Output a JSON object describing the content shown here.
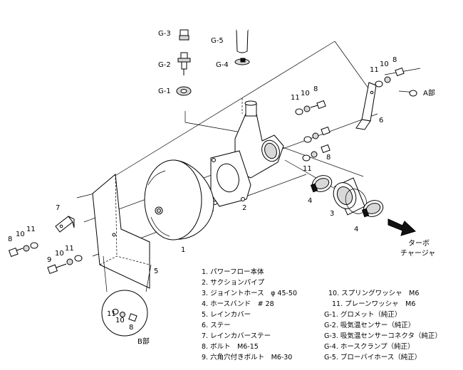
{
  "callouts": {
    "g3": "G-3",
    "g2": "G-2",
    "g1": "G-1",
    "g5": "G-5",
    "g4": "G-4",
    "n11a": "11",
    "n10a": "10",
    "n8a": "8",
    "n11b": "11",
    "n10b": "10",
    "n8b": "8",
    "n8c": "8",
    "n11c": "11",
    "p1": "1",
    "p2": "2",
    "p3": "3",
    "p4a": "4",
    "p4b": "4",
    "p5": "5",
    "p6": "6",
    "p7": "7",
    "n8d": "8",
    "n10d": "10",
    "n11d": "11",
    "n9": "9",
    "n10e": "10",
    "n11e": "11",
    "n11f": "11",
    "n10f": "10",
    "n8f": "8",
    "a_part": "A部",
    "b_part": "B部",
    "turbo_1": "ターボ",
    "turbo_2": "チャージャ"
  },
  "parts_list": {
    "left": [
      "1. パワーフロー本体",
      "2. サクションパイプ",
      "3. ジョイントホース　φ 45-50",
      "4. ホースバンド　# 28",
      "5. レインカバー",
      "6. ステー",
      "7. レインカバーステー",
      "8. ボルト　M6-15",
      "9. 六角穴付きボルト　M6-30"
    ],
    "right": [
      "10. スプリングワッシャ　M6",
      "11. プレーンワッシャ　M6",
      "G-1. グロメット（純正）",
      "G-2. 吸気温センサー（純正）",
      "G-3. 吸気温センサーコネクタ（純正）",
      "G-4. ホースクランプ（純正）",
      "G-5. ブローバイホース（純正）"
    ]
  }
}
